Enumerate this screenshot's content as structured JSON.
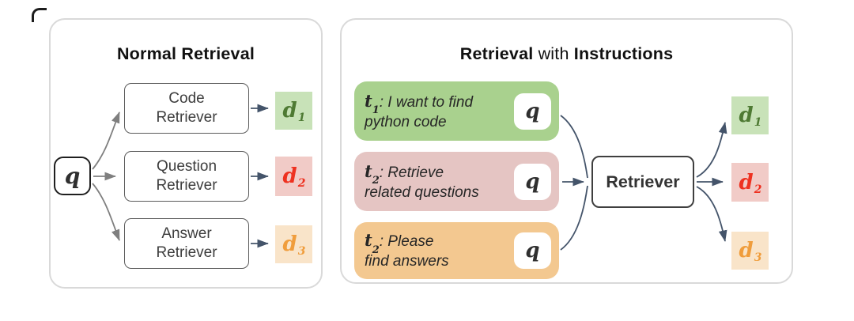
{
  "left_panel": {
    "title": "Normal Retrieval",
    "query": "q",
    "retrievers": [
      {
        "line1": "Code",
        "line2": "Retriever"
      },
      {
        "line1": "Question",
        "line2": "Retriever"
      },
      {
        "line1": "Answer",
        "line2": "Retriever"
      }
    ],
    "docs": [
      {
        "letter": "d",
        "sub": "1"
      },
      {
        "letter": "d",
        "sub": "2"
      },
      {
        "letter": "d",
        "sub": "3"
      }
    ]
  },
  "right_panel": {
    "title": {
      "bold1": "Retrieval",
      "mid": " with ",
      "bold2": "Instructions"
    },
    "instructions": [
      {
        "symbol": "t",
        "sub": "1",
        "line1_rest": ": I want to find",
        "line2": "python code",
        "query": "q"
      },
      {
        "symbol": "t",
        "sub": "2",
        "line1_rest": ": Retrieve",
        "line2": "related questions",
        "query": "q"
      },
      {
        "symbol": "t",
        "sub": "2",
        "line1_rest": ": Please",
        "line2": "find answers",
        "query": "q"
      }
    ],
    "retriever_label": "Retriever",
    "docs": [
      {
        "letter": "d",
        "sub": "1"
      },
      {
        "letter": "d",
        "sub": "2"
      },
      {
        "letter": "d",
        "sub": "3"
      }
    ]
  },
  "colors": {
    "arrow_slate": "#44546a",
    "arrow_gray": "#7f7f7f",
    "panel_border": "#d9d9d9",
    "instruction_green_bg": "#a9d18e",
    "instruction_pink_bg": "#e5c5c3",
    "instruction_orange_bg": "#f3c890",
    "doc1_bg": "#c8e2b8",
    "doc1_fg": "#4e7a33",
    "doc2_bg": "#f1cbc7",
    "doc2_fg": "#ee3120",
    "doc3_bg": "#f9e4c9",
    "doc3_fg": "#f09d3c"
  }
}
